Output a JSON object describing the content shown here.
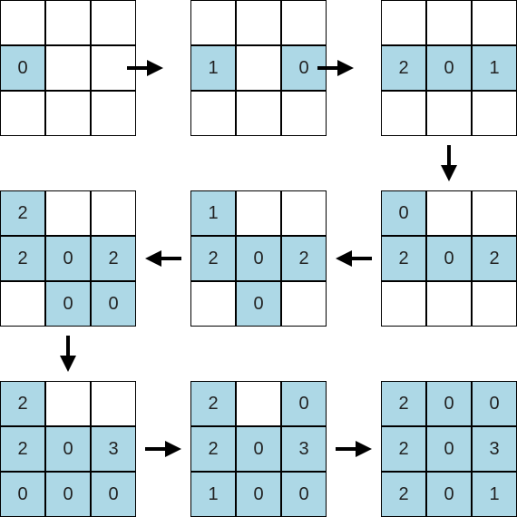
{
  "colors": {
    "empty": "#ffffff",
    "filled": "#add8e6",
    "border": "#000000",
    "arrow": "#000000",
    "text": "#222222"
  },
  "grids": [
    {
      "cells": [
        [
          "",
          "",
          ""
        ],
        [
          "0",
          "",
          ""
        ],
        [
          "",
          "",
          ""
        ]
      ]
    },
    {
      "cells": [
        [
          "",
          "",
          ""
        ],
        [
          "1",
          "",
          "0"
        ],
        [
          "",
          "",
          ""
        ]
      ]
    },
    {
      "cells": [
        [
          "",
          "",
          ""
        ],
        [
          "2",
          "0",
          "1"
        ],
        [
          "",
          "",
          ""
        ]
      ]
    },
    {
      "cells": [
        [
          "2",
          "",
          ""
        ],
        [
          "2",
          "0",
          "2"
        ],
        [
          "",
          "0",
          "0"
        ]
      ]
    },
    {
      "cells": [
        [
          "1",
          "",
          ""
        ],
        [
          "2",
          "0",
          "2"
        ],
        [
          "",
          "0",
          ""
        ]
      ]
    },
    {
      "cells": [
        [
          "0",
          "",
          ""
        ],
        [
          "2",
          "0",
          "2"
        ],
        [
          "",
          "",
          ""
        ]
      ]
    },
    {
      "cells": [
        [
          "2",
          "",
          ""
        ],
        [
          "2",
          "0",
          "3"
        ],
        [
          "0",
          "0",
          "0"
        ]
      ]
    },
    {
      "cells": [
        [
          "2",
          "",
          "0"
        ],
        [
          "2",
          "0",
          "3"
        ],
        [
          "1",
          "0",
          "0"
        ]
      ]
    },
    {
      "cells": [
        [
          "2",
          "0",
          "0"
        ],
        [
          "2",
          "0",
          "3"
        ],
        [
          "2",
          "0",
          "1"
        ]
      ]
    }
  ],
  "arrows": [
    {
      "direction": "right"
    },
    {
      "direction": "right"
    },
    {
      "direction": "down"
    },
    {
      "direction": "left"
    },
    {
      "direction": "left"
    },
    {
      "direction": "down"
    },
    {
      "direction": "right"
    },
    {
      "direction": "right"
    }
  ]
}
